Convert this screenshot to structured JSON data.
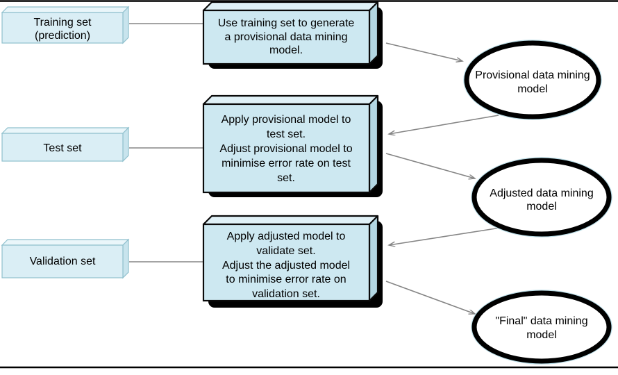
{
  "page": {
    "background": "#ffffff",
    "top_border_color": "#000000",
    "bottom_border_color": "#000000"
  },
  "palette": {
    "input_box_fill": "#daeef5",
    "input_box_stroke": "#8fc0cd",
    "process_box_fill": "#cde8f1",
    "process_box_side_fill": "#b3d7e3",
    "process_box_shadow": "#000000",
    "ellipse_fill": "#ffffff",
    "ellipse_stroke": "#000000",
    "connector_color": "#858585",
    "text_color": "#000000"
  },
  "nodes": {
    "inputs": [
      {
        "id": "training-set",
        "label_lines": [
          "Training set",
          "(prediction)"
        ]
      },
      {
        "id": "test-set",
        "label_lines": [
          "Test set"
        ]
      },
      {
        "id": "validation-set",
        "label_lines": [
          "Validation set"
        ]
      }
    ],
    "processes": [
      {
        "id": "process-1",
        "label_lines": [
          "Use training set to generate",
          "a provisional data mining",
          "model."
        ]
      },
      {
        "id": "process-2",
        "label_lines": [
          "Apply provisional model to",
          "test set.",
          "Adjust provisional model to",
          "minimise error rate on test",
          "set."
        ]
      },
      {
        "id": "process-3",
        "label_lines": [
          "Apply adjusted model to",
          "validate set.",
          "Adjust the adjusted model",
          "to minimise error rate on",
          "validation set."
        ]
      }
    ],
    "models": [
      {
        "id": "provisional-model",
        "label_lines": [
          "Provisional data mining",
          "model"
        ]
      },
      {
        "id": "adjusted-model",
        "label_lines": [
          "Adjusted data mining",
          "model"
        ]
      },
      {
        "id": "final-model",
        "label_lines": [
          "\"Final\" data mining",
          "model"
        ]
      }
    ]
  },
  "connectors": [
    {
      "id": "training-to-process1",
      "type": "line"
    },
    {
      "id": "test-to-process2",
      "type": "line"
    },
    {
      "id": "validation-to-process3",
      "type": "line"
    },
    {
      "id": "process1-to-provisional-model",
      "type": "arrow"
    },
    {
      "id": "provisional-model-to-process2",
      "type": "arrow"
    },
    {
      "id": "process2-to-adjusted-model",
      "type": "arrow"
    },
    {
      "id": "adjusted-model-to-process3",
      "type": "arrow"
    },
    {
      "id": "process3-to-final-model",
      "type": "arrow"
    }
  ]
}
